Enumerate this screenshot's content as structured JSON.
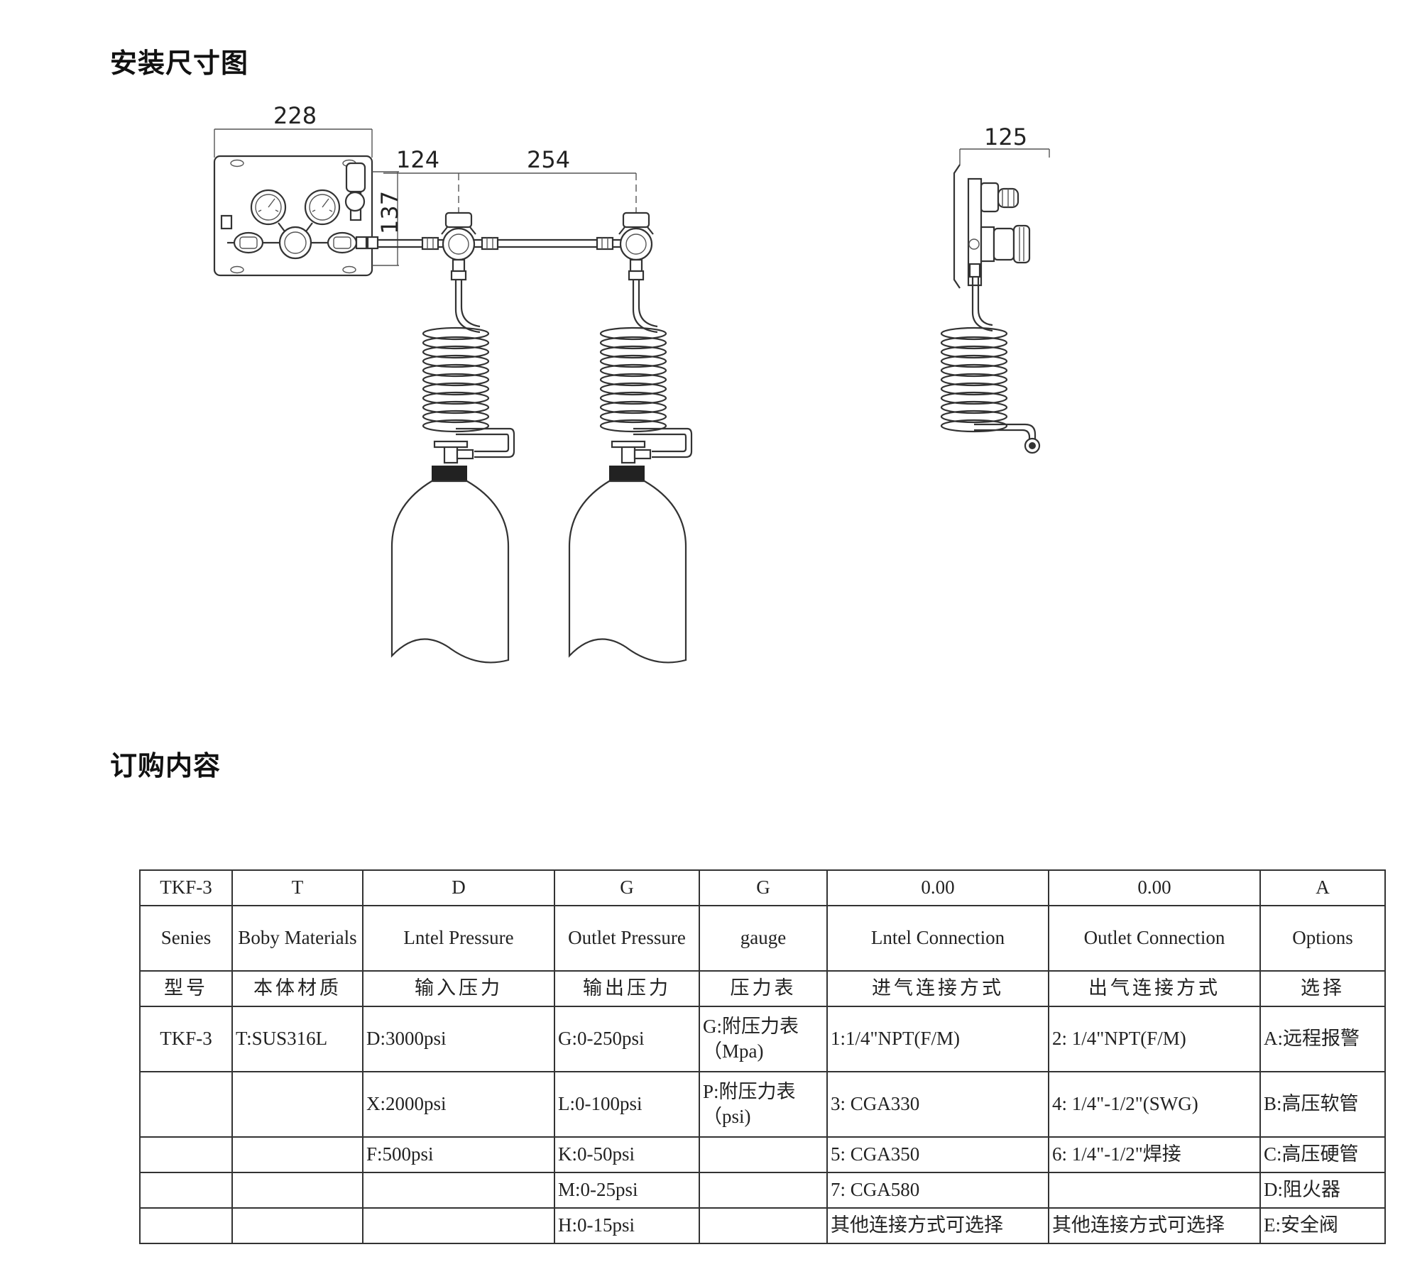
{
  "section_install": {
    "title": "安装尺寸图",
    "dims": {
      "width_total": "228",
      "pipe_offset": "124",
      "cylinder_spacing": "254",
      "height": "137",
      "depth": "125"
    }
  },
  "section_order": {
    "title": "订购内容"
  },
  "table": {
    "header_codes": [
      "TKF-3",
      "T",
      "D",
      "G",
      "G",
      "0.00",
      "0.00",
      "A"
    ],
    "header_en": [
      "Senies",
      "Boby Materials",
      "Lntel Pressure",
      "Outlet Pressure",
      "gauge",
      "Lntel Connection",
      "Outlet Connection",
      "Options"
    ],
    "header_cn": [
      "型号",
      "本体材质",
      "输入压力",
      "输出压力",
      "压力表",
      "进气连接方式",
      "出气连接方式",
      "选择"
    ],
    "rows": [
      [
        "TKF-3",
        "T:SUS316L",
        "D:3000psi",
        "G:0-250psi",
        "G:附压力表（Mpa)",
        "1:1/4\"NPT(F/M)",
        "2:  1/4\"NPT(F/M)",
        "A:远程报警"
      ],
      [
        "",
        "",
        "X:2000psi",
        "L:0-100psi",
        "P:附压力表（psi)",
        "3:  CGA330",
        "4:  1/4\"-1/2\"(SWG)",
        "B:高压软管"
      ],
      [
        "",
        "",
        "F:500psi",
        "K:0-50psi",
        "",
        "5:  CGA350",
        "6:  1/4\"-1/2\"焊接",
        "C:高压硬管"
      ],
      [
        "",
        "",
        "",
        "M:0-25psi",
        "",
        "7:  CGA580",
        "",
        "D:阻火器"
      ],
      [
        "",
        "",
        "",
        "H:0-15psi",
        "",
        "其他连接方式可选择",
        "其他连接方式可选择",
        "E:安全阀"
      ]
    ]
  }
}
